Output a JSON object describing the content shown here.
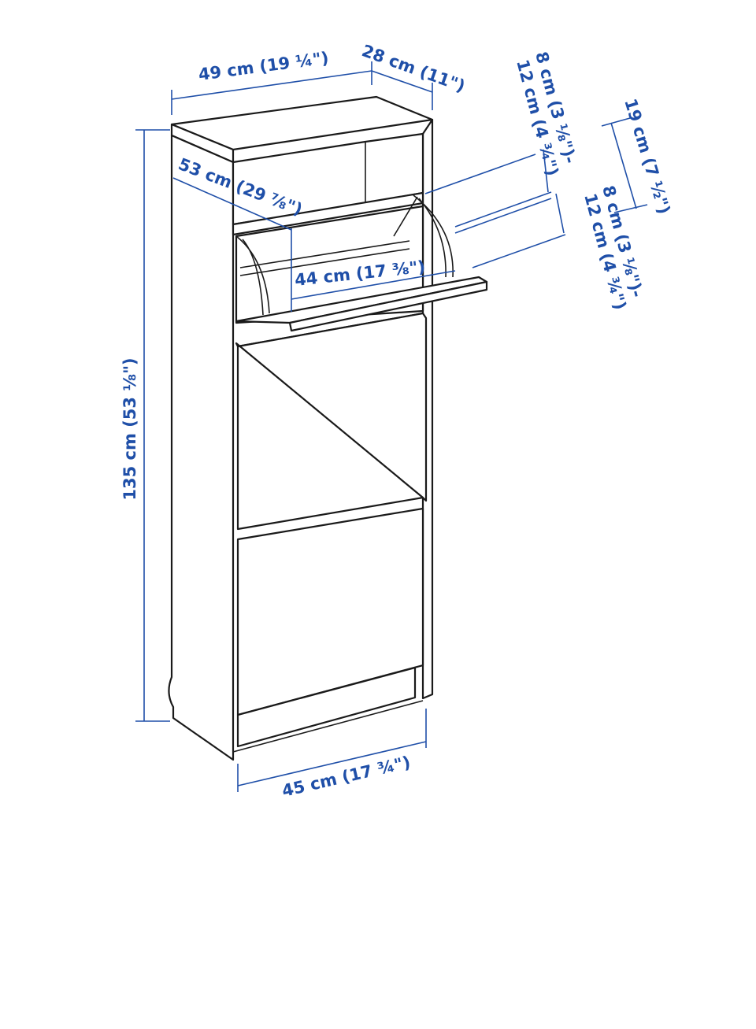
{
  "colors": {
    "dimension": "#1f4fa8",
    "outline": "#1a1a1a",
    "background": "#ffffff"
  },
  "dimensions": {
    "top_width": "49 cm (19 ¼\")",
    "depth": "28 cm (11\")",
    "height": "135 cm (53 ⅛\")",
    "diagonal": "53 cm (29 ⅞\")",
    "inner_width": "44 cm (17 ⅜\")",
    "bottom_width": "45 cm (17 ¾\")",
    "upper_gap": "8 cm (3 ⅛\")-",
    "upper_gap_2": "12 cm (4 ¾\")",
    "compartment": "19 cm (7 ½\")",
    "lower_gap": "8 cm (3 ⅛\")-",
    "lower_gap_2": "12 cm (4 ¾\")"
  }
}
